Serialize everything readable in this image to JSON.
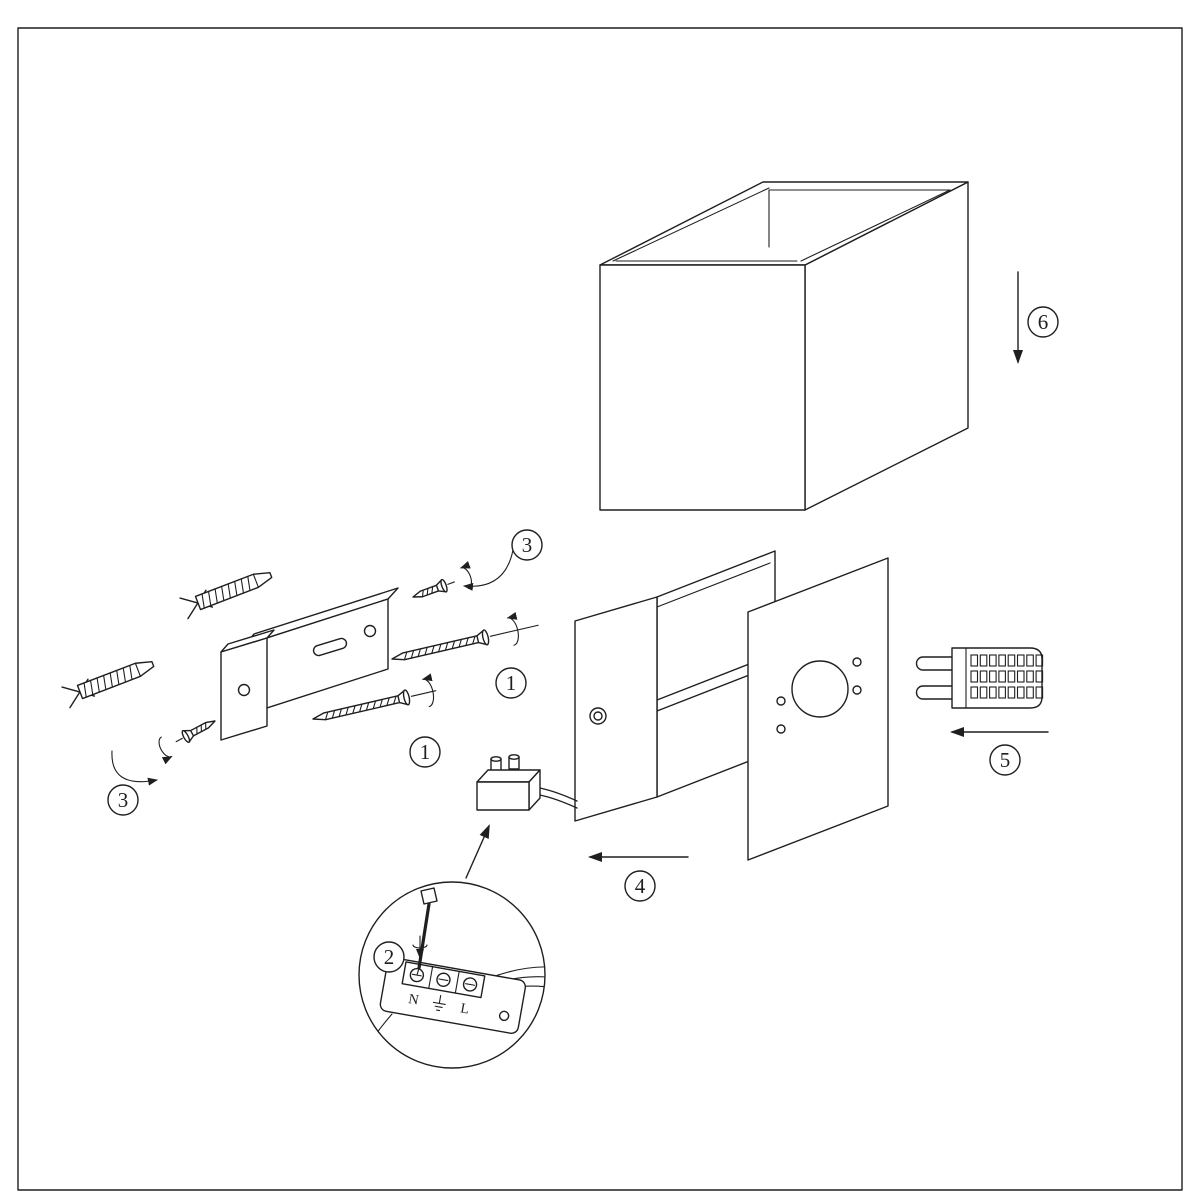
{
  "diagram": {
    "background": "#ffffff",
    "line_color": "#1f1f1f",
    "step_labels": {
      "fix_screw_upper": "1",
      "fix_screw_lower": "1",
      "wiring_detail": "2",
      "cover_screw_top": "3",
      "cover_screw_left": "3",
      "slide_housing": "4",
      "insert_bulb": "5",
      "mount_shade": "6"
    },
    "terminal_markings": {
      "neutral": "N",
      "live": "L"
    }
  }
}
